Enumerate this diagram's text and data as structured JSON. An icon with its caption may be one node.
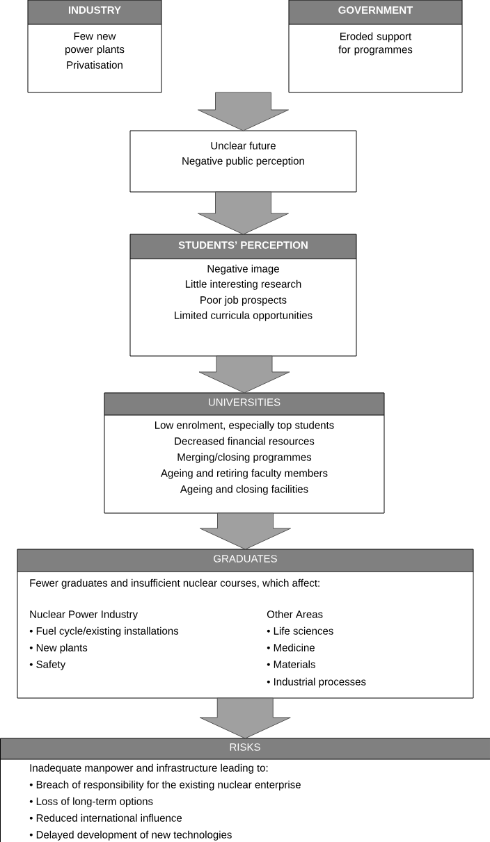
{
  "diagram": {
    "nodes": [
      {
        "text": [
          "INDUSTRY",
          "Few new power plants",
          "Privatisation"
        ]
      },
      {
        "text": [
          "GOVERNMENT",
          "Eroded support for programmes"
        ]
      },
      {
        "text": [
          "Unclear future",
          "Negative public perception"
        ]
      },
      {
        "text": [
          "STUDENTS’ PERCEPTION",
          "Negative image",
          "Little interesting research",
          "Poor job prospects",
          "Limited curricula opportunities"
        ]
      },
      {
        "text": [
          "UNIVERSITIES",
          "Low enrolment, especially top students",
          "Decreased financial resources",
          "Merging/closing programmes",
          "Ageing and retiring faculty members",
          "Ageing and closing facilities"
        ]
      },
      {
        "text": [
          "GRADUATES",
          "Fewer graduates and insufficient nuclear courses, which affect:",
          "Nuclear Power Industry",
          "• Fuel cycle/existing installations",
          "• New plants",
          "• Safety",
          "Other Areas",
          "• Life sciences",
          "• Medicine",
          "• Materials",
          "• Industrial processes"
        ]
      },
      {
        "text": [
          "RISKS",
          "Inadequate manpower and infrastructure leading to:",
          "• Breach of responsibility for the existing nuclear enterprise",
          "• Loss of long-term options",
          "• Reduced international influence",
          "• Delayed development of new technologies"
        ]
      }
    ],
    "edges": [
      {
        "from": 0,
        "to": 2,
        "arrow": "to"
      },
      {
        "from": 1,
        "to": 2,
        "arrow": "to"
      },
      {
        "from": 2,
        "to": 3,
        "arrow": "to"
      },
      {
        "from": 3,
        "to": 4,
        "arrow": "to"
      },
      {
        "from": 4,
        "to": 5,
        "arrow": "to"
      },
      {
        "from": 5,
        "to": 6,
        "arrow": "to"
      }
    ]
  }
}
